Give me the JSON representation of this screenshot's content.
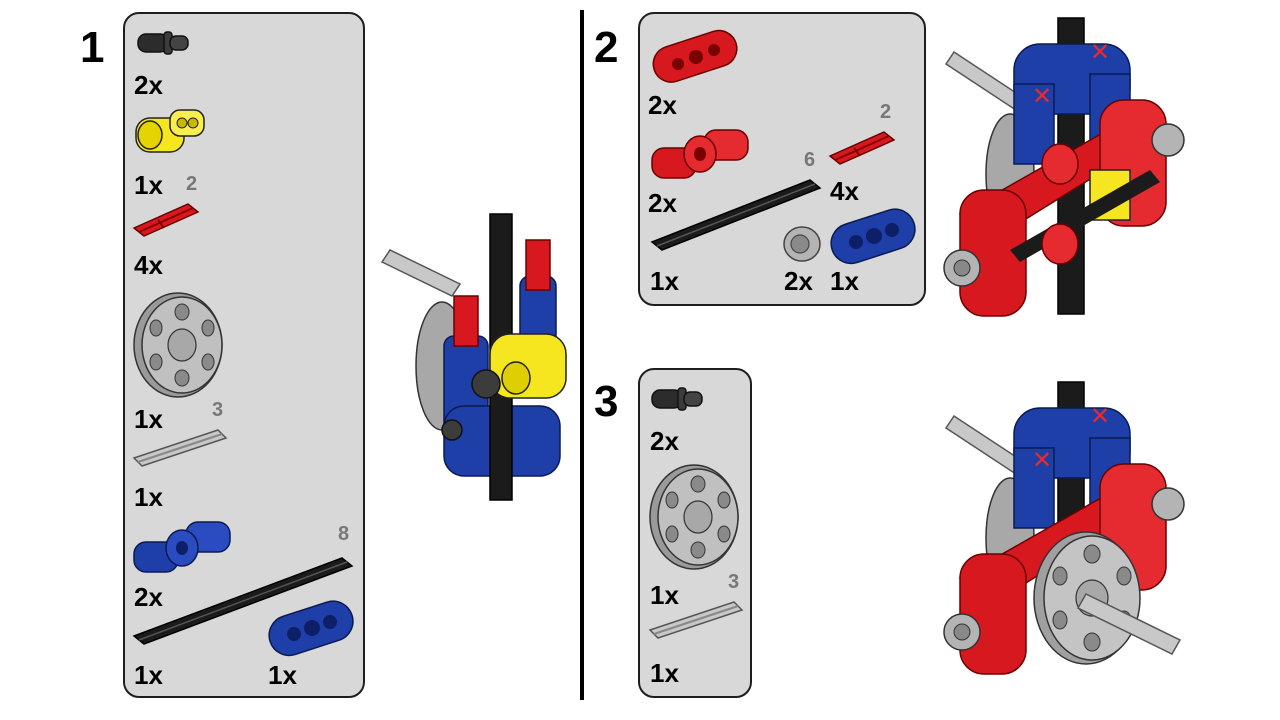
{
  "colors": {
    "black": "#1b1b1b",
    "dark_gray": "#3c3c3c",
    "light_gray": "#b4b4b4",
    "yellow": "#f5e620",
    "red": "#d7181e",
    "blue": "#1f3fa8",
    "panel": "#d8d8d8",
    "length_label": "#777777"
  },
  "steps": [
    {
      "number": "1",
      "parts": [
        {
          "icon": "black-pin-icon",
          "qty": "2x"
        },
        {
          "icon": "yellow-cross-block-icon",
          "qty": "1x"
        },
        {
          "icon": "red-axle-icon",
          "qty": "4x",
          "length": "2"
        },
        {
          "icon": "gray-wheel-icon",
          "qty": "1x"
        },
        {
          "icon": "gray-axle-icon",
          "qty": "1x",
          "length": "3"
        },
        {
          "icon": "blue-connector-icon",
          "qty": "2x"
        },
        {
          "icon": "black-axle-icon",
          "qty": "1x",
          "length": "8"
        },
        {
          "icon": "blue-beam-icon",
          "qty": "1x"
        }
      ]
    },
    {
      "number": "2",
      "parts": [
        {
          "icon": "red-beam-icon",
          "qty": "2x"
        },
        {
          "icon": "red-connector-icon",
          "qty": "2x"
        },
        {
          "icon": "red-axle-icon",
          "qty": "4x",
          "length": "2"
        },
        {
          "icon": "black-axle-icon",
          "qty": "1x",
          "length": "6"
        },
        {
          "icon": "gray-bush-icon",
          "qty": "2x"
        },
        {
          "icon": "blue-beam-icon",
          "qty": "1x"
        }
      ]
    },
    {
      "number": "3",
      "parts": [
        {
          "icon": "black-pin-icon",
          "qty": "2x"
        },
        {
          "icon": "gray-wheel-icon",
          "qty": "1x"
        },
        {
          "icon": "gray-axle-icon",
          "qty": "1x",
          "length": "3"
        }
      ]
    }
  ]
}
